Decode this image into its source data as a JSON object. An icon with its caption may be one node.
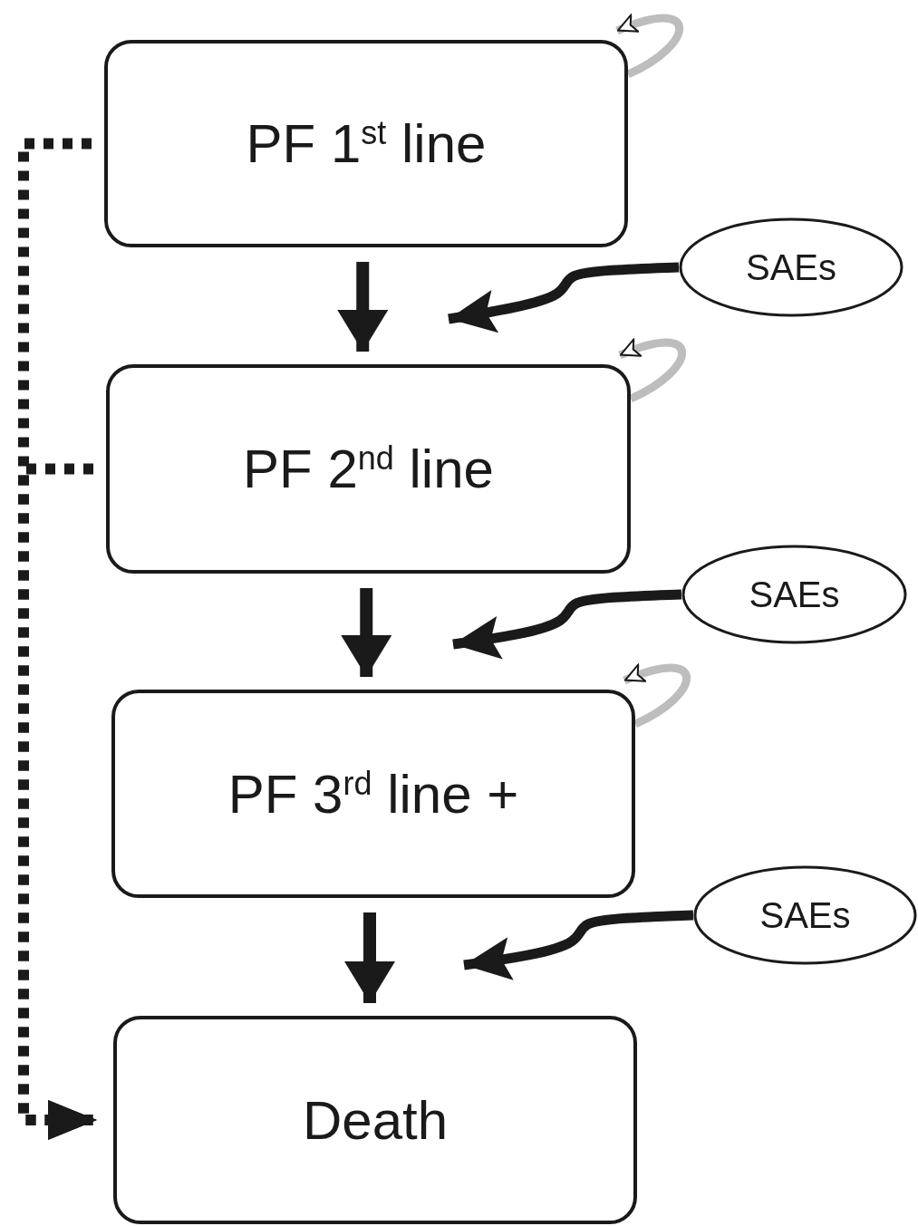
{
  "diagram": {
    "nodes": [
      {
        "text": [
          "PF 1$^{st}$ line"
        ]
      },
      {
        "text": [
          "PF 2$^{nd}$ line"
        ]
      },
      {
        "text": [
          "PF 3$^{rd}$ line +"
        ]
      },
      {
        "text": [
          "Death"
        ]
      },
      {
        "text": [
          "SAEs"
        ]
      },
      {
        "text": [
          "SAEs"
        ]
      },
      {
        "text": [
          "SAEs"
        ]
      }
    ],
    "edges": [
      {
        "from": 0,
        "to": 1,
        "arrow": "to"
      },
      {
        "from": 1,
        "to": 2,
        "arrow": "to"
      },
      {
        "from": 2,
        "to": 3,
        "arrow": "to"
      },
      {
        "from": 4,
        "to": 1,
        "arrow": "to"
      },
      {
        "from": 5,
        "to": 2,
        "arrow": "to"
      },
      {
        "from": 6,
        "to": 3,
        "arrow": "to"
      },
      {
        "from": 0,
        "to": 3,
        "arrow": "to",
        "style": "dashed"
      },
      {
        "from": 1,
        "to": 3,
        "arrow": "to",
        "style": "dashed"
      },
      {
        "from": 0,
        "to": 0,
        "arrow": "to",
        "color": "#bdbdbd"
      },
      {
        "from": 1,
        "to": 1,
        "arrow": "to",
        "color": "#bdbdbd"
      },
      {
        "from": 2,
        "to": 2,
        "arrow": "to",
        "color": "#bdbdbd"
      }
    ]
  }
}
